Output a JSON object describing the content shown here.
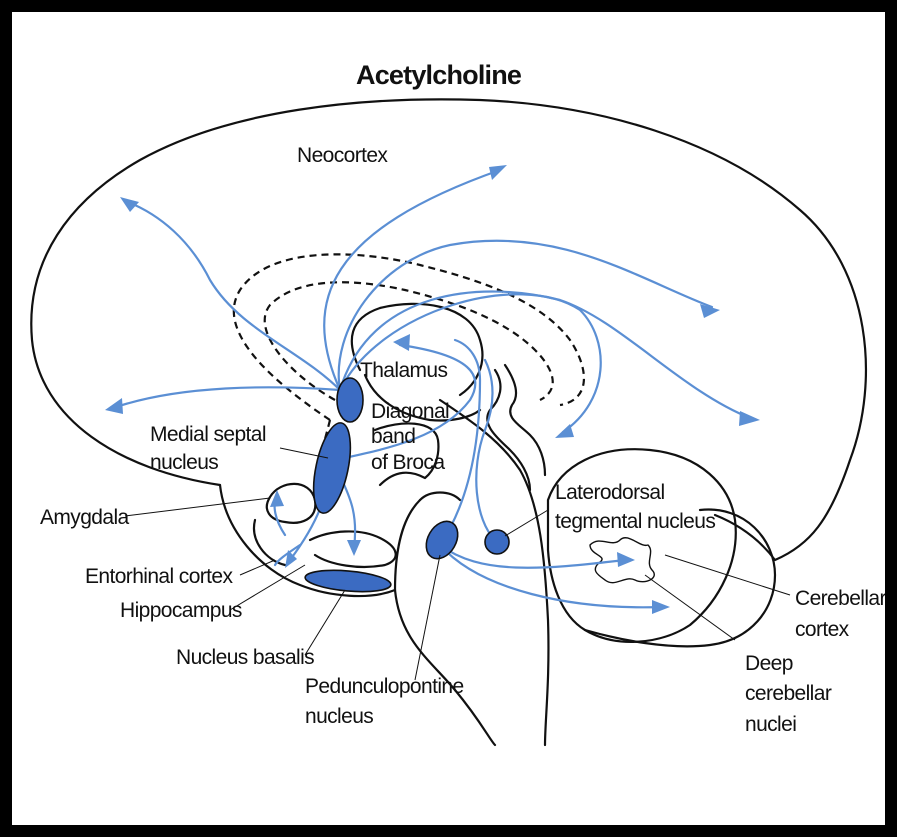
{
  "title": "Acetylcholine",
  "colors": {
    "background": "#ffffff",
    "frame": "#000000",
    "pathway": "#5b8fd4",
    "nucleus_fill": "#3b6bc2",
    "outline": "#111111"
  },
  "labels": {
    "neocortex": "Neocortex",
    "thalamus": "Thalamus",
    "diagonal_band": [
      "Diagonal",
      "band",
      "of Broca"
    ],
    "medial_septal": [
      "Medial septal",
      "nucleus"
    ],
    "amygdala": "Amygdala",
    "entorhinal": "Entorhinal cortex",
    "hippocampus": "Hippocampus",
    "nucleus_basalis": "Nucleus basalis",
    "pedunculopontine": [
      "Pedunculopontine",
      "nucleus"
    ],
    "laterodorsal": [
      "Laterodorsal",
      "tegmental nucleus"
    ],
    "cerebellar_cortex": [
      "Cerebellar",
      "cortex"
    ],
    "deep_cerebellar": [
      "Deep",
      "cerebellar",
      "nuclei"
    ]
  }
}
